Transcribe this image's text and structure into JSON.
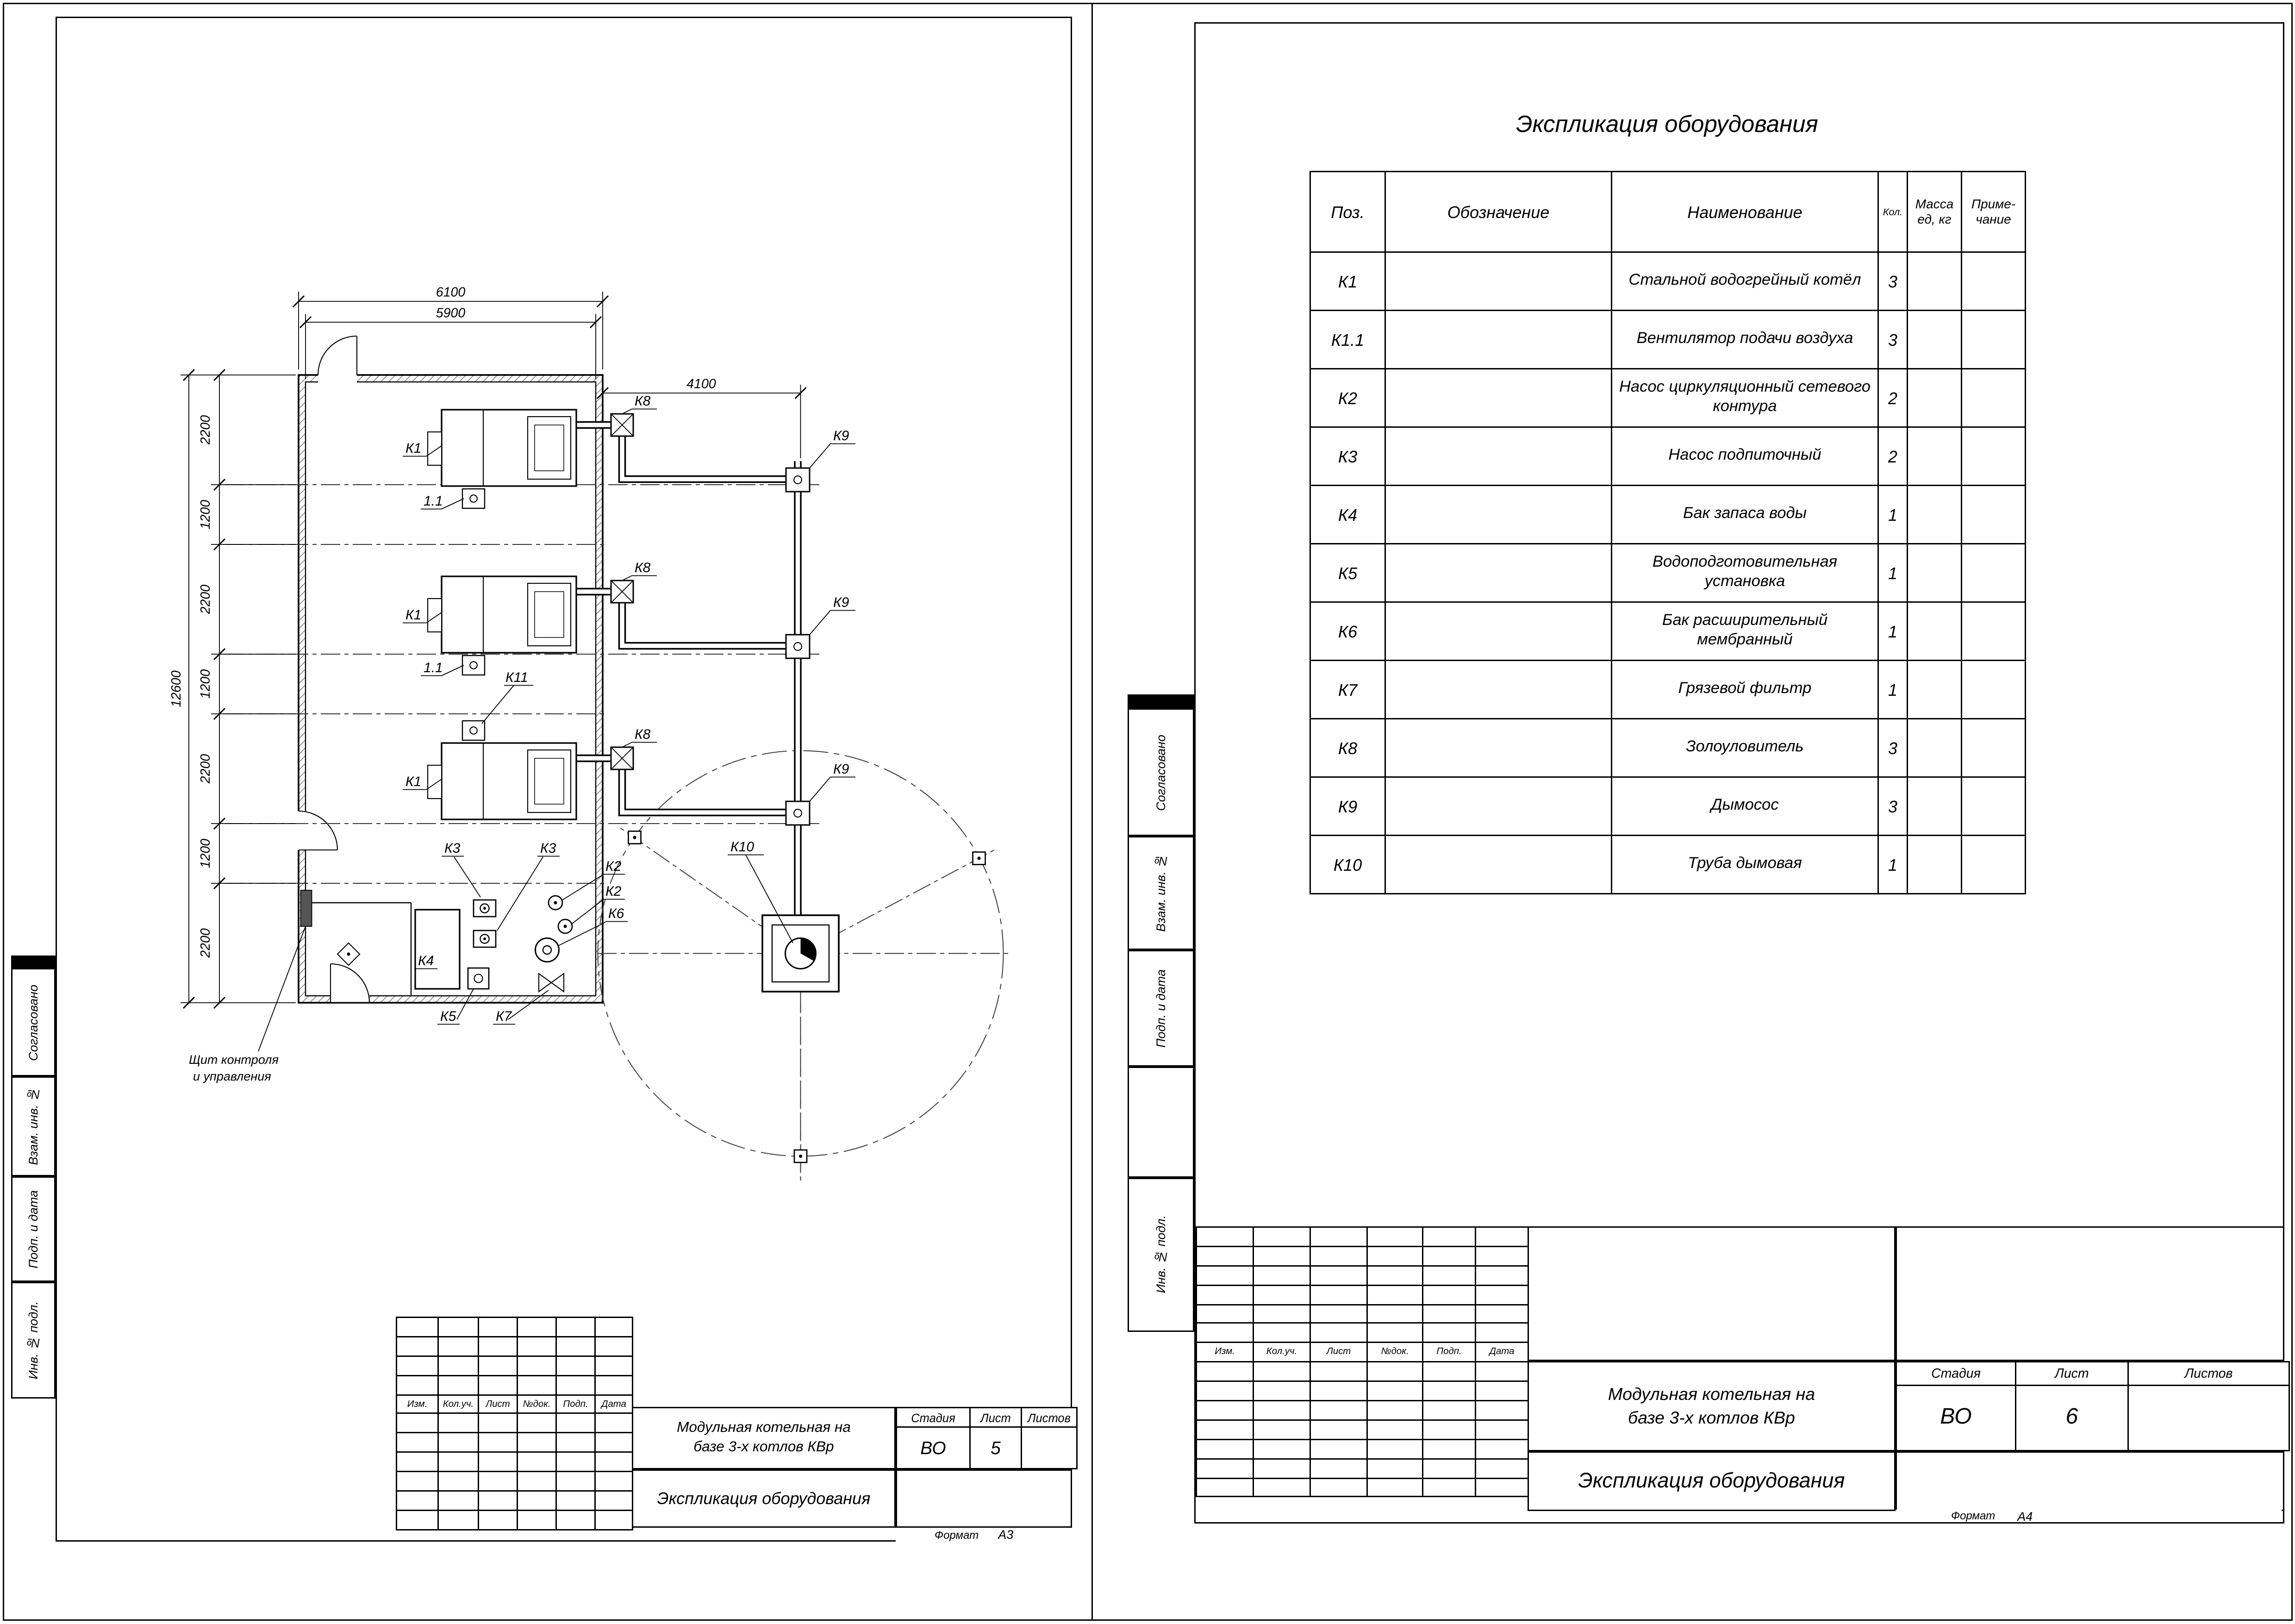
{
  "page": {
    "bg": "#ffffff",
    "line_color": "#000000"
  },
  "plan": {
    "dims": {
      "top_outer": "6100",
      "top_inner": "5900",
      "flue_span": "4100",
      "overall_height": "12600",
      "v_chain": [
        "2200",
        "1200",
        "2200",
        "1200",
        "2200",
        "1200",
        "2200"
      ]
    },
    "labels": {
      "k1": "К1",
      "k1_1": "1.1",
      "k2": "К2",
      "k3": "К3",
      "k4": "К4",
      "k5": "К5",
      "k6": "К6",
      "k7": "К7",
      "k8": "К8",
      "k9": "К9",
      "k10": "К10",
      "k11": "К11"
    },
    "notes": {
      "control_panel_line1": "Щит контроля",
      "control_panel_line2": "и управления"
    }
  },
  "left_sheet": {
    "side_labels": [
      "Согласовано",
      "Взам. инв. №",
      "Подп. и дата",
      "Инв. № подл."
    ],
    "revision_headers": [
      "Изм.",
      "Кол.уч.",
      "Лист",
      "№док.",
      "Подп.",
      "Дата"
    ],
    "title_block": {
      "project_line1": "Модульная котельная на",
      "project_line2": "базе 3-х котлов КВр",
      "stage_label": "Стадия",
      "sheet_label": "Лист",
      "sheets_label": "Листов",
      "stage": "ВО",
      "sheet_no": "5",
      "doc_title": "Экспликация оборудования",
      "format_label": "Формат",
      "format": "А3"
    }
  },
  "right_sheet": {
    "side_labels": [
      "Согласовано",
      "Взам. инв. №",
      "Подп. и дата",
      "Инв. № подл."
    ],
    "revision_headers": [
      "Изм.",
      "Кол.уч.",
      "Лист",
      "№док.",
      "Подп.",
      "Дата"
    ],
    "table": {
      "title": "Экспликация оборудования",
      "col_pos": "Поз.",
      "col_designation": "Обозначение",
      "col_name": "Наименование",
      "col_qty": "Кол.",
      "col_mass_line1": "Масса",
      "col_mass_line2": "ед, кг",
      "col_note_line1": "Приме-",
      "col_note_line2": "чание",
      "rows": [
        {
          "pos": "К1",
          "designation": "",
          "name": "Стальной водогрейный котёл",
          "qty": "3",
          "mass": "",
          "note": ""
        },
        {
          "pos": "К1.1",
          "designation": "",
          "name": "Вентилятор подачи воздуха",
          "qty": "3",
          "mass": "",
          "note": ""
        },
        {
          "pos": "К2",
          "designation": "",
          "name": "Насос циркуляционный сетевого контура",
          "qty": "2",
          "mass": "",
          "note": ""
        },
        {
          "pos": "К3",
          "designation": "",
          "name": "Насос подпиточный",
          "qty": "2",
          "mass": "",
          "note": ""
        },
        {
          "pos": "К4",
          "designation": "",
          "name": "Бак запаса воды",
          "qty": "1",
          "mass": "",
          "note": ""
        },
        {
          "pos": "К5",
          "designation": "",
          "name": "Водоподготовительная установка",
          "qty": "1",
          "mass": "",
          "note": ""
        },
        {
          "pos": "К6",
          "designation": "",
          "name": "Бак расширительный мембранный",
          "qty": "1",
          "mass": "",
          "note": ""
        },
        {
          "pos": "К7",
          "designation": "",
          "name": "Грязевой фильтр",
          "qty": "1",
          "mass": "",
          "note": ""
        },
        {
          "pos": "К8",
          "designation": "",
          "name": "Золоуловитель",
          "qty": "3",
          "mass": "",
          "note": ""
        },
        {
          "pos": "К9",
          "designation": "",
          "name": "Дымосос",
          "qty": "3",
          "mass": "",
          "note": ""
        },
        {
          "pos": "К10",
          "designation": "",
          "name": "Труба дымовая",
          "qty": "1",
          "mass": "",
          "note": ""
        }
      ]
    },
    "title_block": {
      "project_line1": "Модульная котельная на",
      "project_line2": "базе 3-х котлов КВр",
      "stage_label": "Стадия",
      "sheet_label": "Лист",
      "sheets_label": "Листов",
      "stage": "ВО",
      "sheet_no": "6",
      "doc_title": "Экспликация оборудования",
      "format_label": "Формат",
      "format": "А4"
    }
  }
}
